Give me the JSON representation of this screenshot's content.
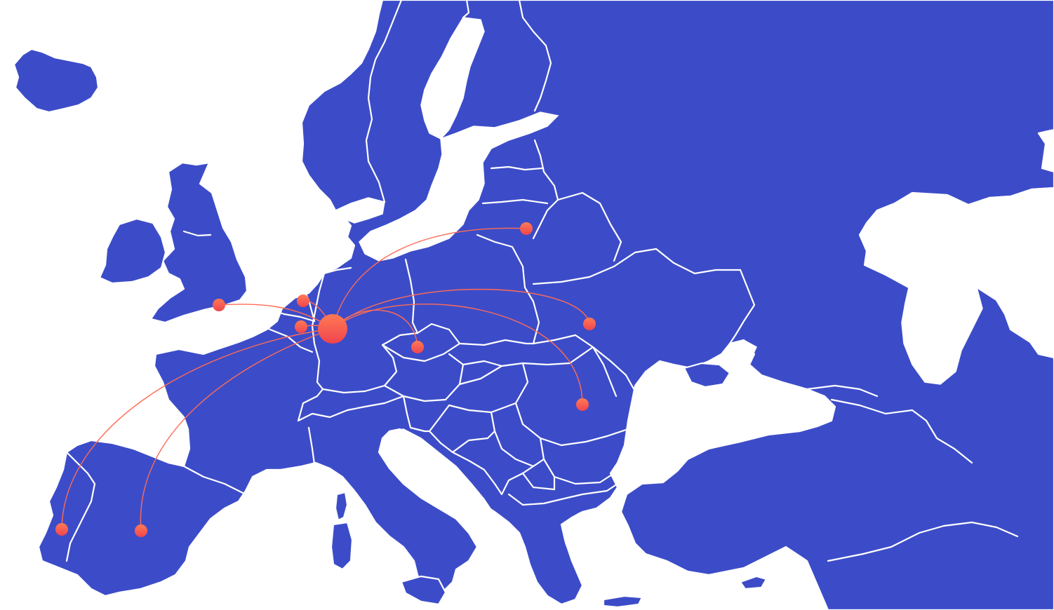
{
  "map": {
    "colors": {
      "land": "#3c4cc8",
      "water": "#ffffff",
      "border": "#ffffff",
      "connection": "#ff6b55",
      "marker_top": "#ff7a55",
      "marker_bottom": "#f0444e"
    },
    "hub": {
      "id": "hub-frankfurt",
      "radius": 21
    },
    "destinations": [
      {
        "id": "london",
        "radius": 9
      },
      {
        "id": "amsterdam",
        "radius": 9
      },
      {
        "id": "brussels",
        "radius": 9
      },
      {
        "id": "prague",
        "radius": 9
      },
      {
        "id": "vilnius",
        "radius": 9
      },
      {
        "id": "lviv",
        "radius": 9
      },
      {
        "id": "bucharest",
        "radius": 9
      },
      {
        "id": "lisbon",
        "radius": 9
      },
      {
        "id": "madrid",
        "radius": 9
      }
    ]
  }
}
